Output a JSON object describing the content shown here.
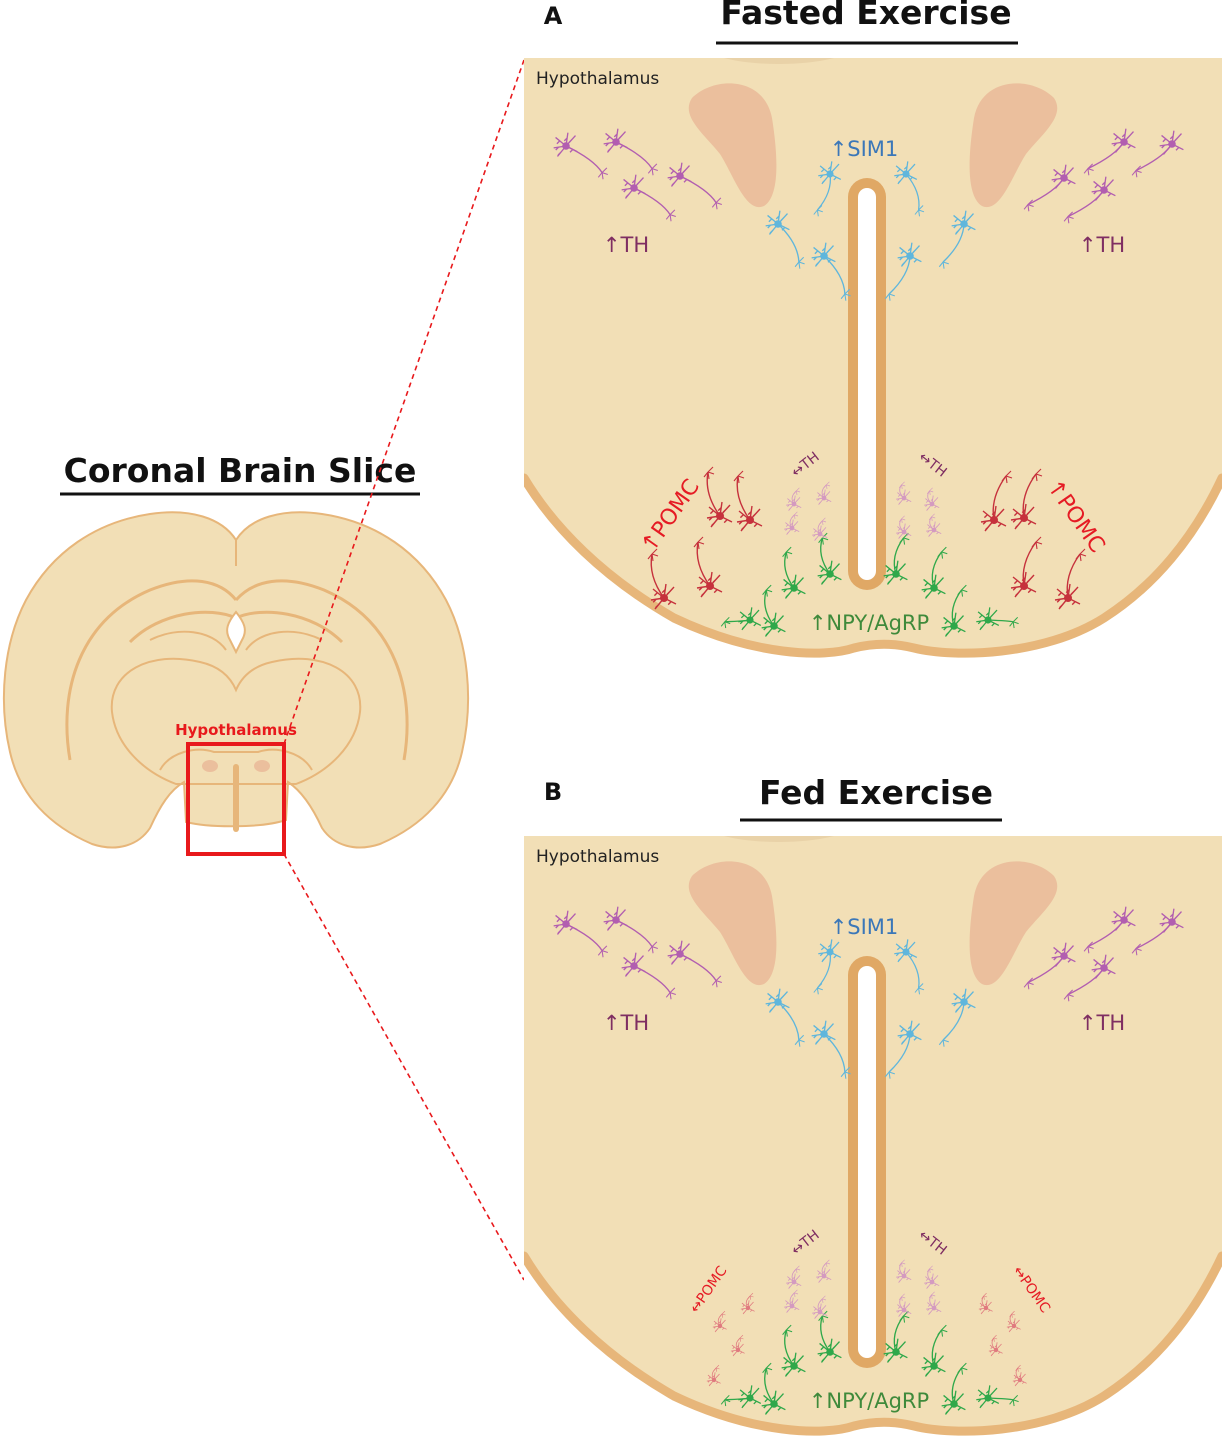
{
  "title_left": "Coronal Brain Slice",
  "hypothalamus_red_label": "Hypothalamus",
  "colors": {
    "tissue": "#f2dfb6",
    "tissue_edge": "#e7b67a",
    "ventricle_wall": "#e0a865",
    "nucleus_pink": "#ebbf9d",
    "highlight_red": "#e8191c",
    "sim1_blue": "#3b77b8",
    "th_purple": "#7f2e62",
    "npy_green": "#3f8a3b",
    "pomc_red": "#e51b24",
    "neuron_purple": "#b25eb0",
    "neuron_blue": "#5fb6dc",
    "neuron_green": "#2fa84a",
    "neuron_red": "#c6313c",
    "neuron_pink": "#d49ac0"
  },
  "panels": [
    {
      "id": "A",
      "letter": "A",
      "title": "Fasted Exercise",
      "region_label": "Hypothalamus",
      "sim1": "↑SIM1",
      "th_left": "↑TH",
      "th_right": "↑TH",
      "th_small_left": "↔TH",
      "th_small_right": "↔TH",
      "pomc_left": "↑POMC",
      "pomc_right": "↑POMC",
      "npy": "↑NPY/AgRP"
    },
    {
      "id": "B",
      "letter": "B",
      "title": "Fed Exercise",
      "region_label": "Hypothalamus",
      "sim1": "↑SIM1",
      "th_left": "↑TH",
      "th_right": "↑TH",
      "th_small_left": "↔TH",
      "th_small_right": "↔TH",
      "pomc_left": "↔POMC",
      "pomc_right": "↔POMC",
      "npy": "↑NPY/AgRP"
    }
  ]
}
